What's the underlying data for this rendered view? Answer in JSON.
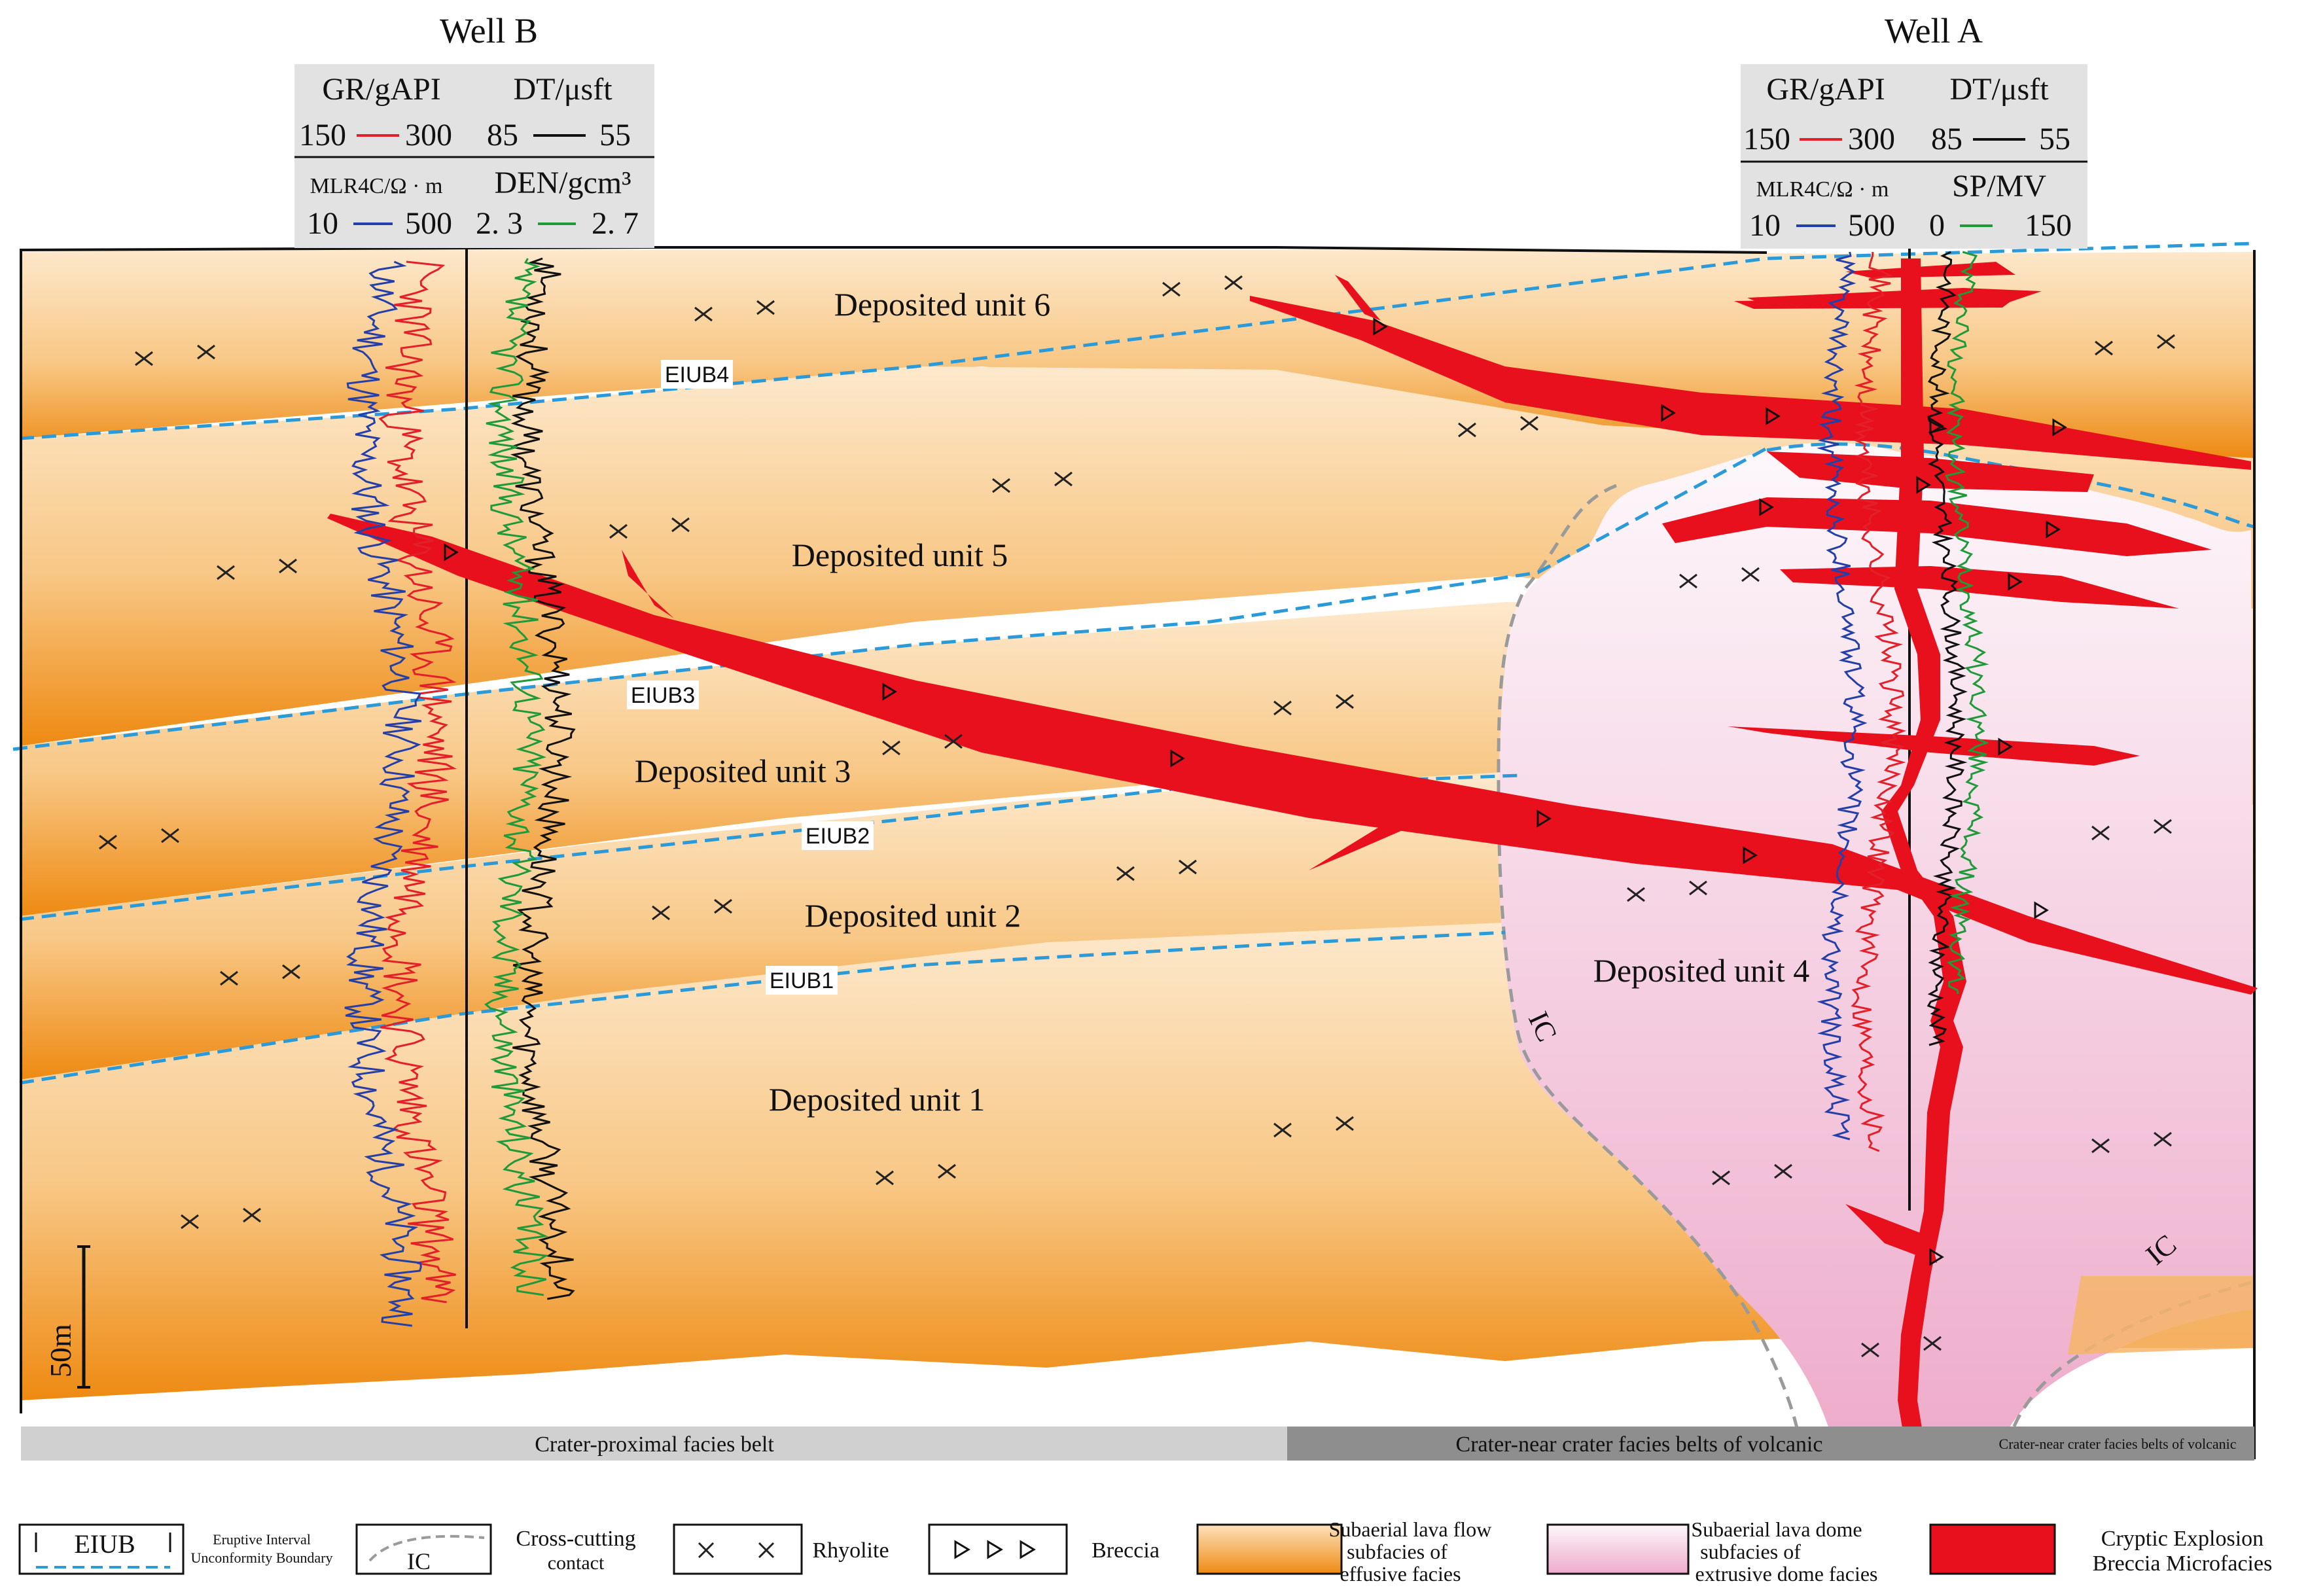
{
  "wells": {
    "well_b": {
      "name": "Well B",
      "gr_label": "GR/gAPI",
      "gr_min": "150",
      "gr_max": "300",
      "dt_label": "DT/μsft",
      "dt_min": "85",
      "dt_max": "55",
      "res_label": "MLR4C/Ω · m",
      "res_min": "10",
      "res_max": "500",
      "den_label": "DEN/gcm³",
      "den_min": "2. 3",
      "den_max": "2. 7"
    },
    "well_a": {
      "name": "Well  A",
      "gr_label": "GR/gAPI",
      "gr_min": "150",
      "gr_max": "300",
      "dt_label": "DT/μsft",
      "dt_min": "85",
      "dt_max": "55",
      "res_label": "MLR4C/Ω · m",
      "res_min": "10",
      "res_max": "500",
      "sp_label": "SP/MV",
      "sp_min": "0",
      "sp_max": "150"
    }
  },
  "units": {
    "u1": "Deposited unit 1",
    "u2": "Deposited unit 2",
    "u3": "Deposited unit 3",
    "u4": "Deposited unit 4",
    "u5": "Deposited unit 5",
    "u6": "Deposited unit 6"
  },
  "boundaries": {
    "b1": "EIUB1",
    "b2": "EIUB2",
    "b3": "EIUB3",
    "b4": "EIUB4"
  },
  "contact_label": "IC",
  "scale_bar": "50m",
  "facies_belts": {
    "proximal": "Crater-proximal facies belt",
    "near": "Crater-near crater facies belts of volcanic",
    "near_small": "Crater-near crater facies belts of volcanic"
  },
  "legend": {
    "eiub_symbol": "EIUB",
    "eiub_line1": "Eruptive Interval",
    "eiub_line2": "Unconformity Boundary",
    "ic_symbol": "IC",
    "ic_line1": "Cross-cutting",
    "ic_line2": "contact",
    "rhyolite": "Rhyolite",
    "breccia": "Breccia",
    "lava_flow_1": "Subaerial lava flow",
    "lava_flow_2": "subfacies of",
    "lava_flow_3": "effusive facies",
    "lava_dome_1": "Subaerial lava dome",
    "lava_dome_2": "subfacies of",
    "lava_dome_3": "extrusive dome facies",
    "cryptic_1": "Cryptic Explosion",
    "cryptic_2": "Breccia Microfacies"
  },
  "colors": {
    "flow_light": "#fde4c2",
    "flow_dark": "#ee8a12",
    "dome_light": "#fbf3f7",
    "dome_dark": "#eeaccb",
    "breccia_red": "#e8101c",
    "boundary_blue": "#2a9ad8",
    "gr_red": "#e3202a",
    "res_blue": "#2440a8",
    "den_green": "#1f9a3a",
    "dt_black": "#111111"
  }
}
